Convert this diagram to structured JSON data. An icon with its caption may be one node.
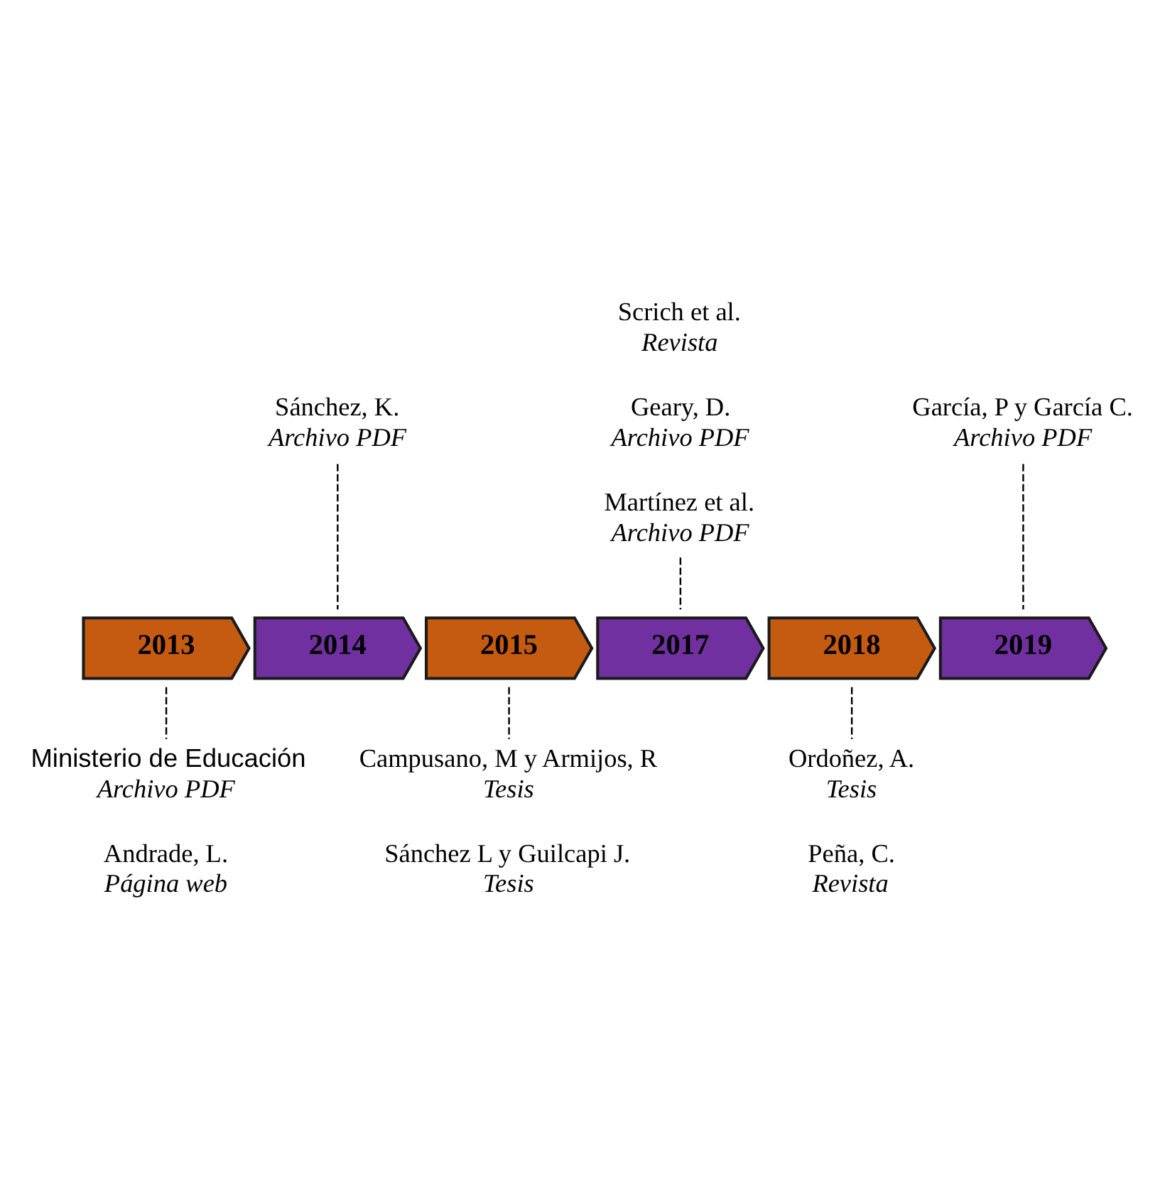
{
  "diagram": {
    "nodes": [
      {
        "text": [
          "2013"
        ]
      },
      {
        "text": [
          "2014"
        ]
      },
      {
        "text": [
          "2015"
        ]
      },
      {
        "text": [
          "2017"
        ]
      },
      {
        "text": [
          "2018"
        ]
      },
      {
        "text": [
          "2019"
        ]
      },
      {
        "text": [
          "Sánchez, K.",
          "Archivo PDF"
        ]
      },
      {
        "text": [
          "Scrich et al.",
          "Revista",
          "Geary, D.",
          "Archivo PDF",
          "Martínez et al.",
          "Archivo PDF"
        ]
      },
      {
        "text": [
          "García, P y García C.",
          "Archivo PDF"
        ]
      },
      {
        "text": [
          "Ministerio de Educación",
          "Archivo PDF",
          "Andrade, L.",
          "Página web"
        ]
      },
      {
        "text": [
          "Campusano, M y Armijos, R",
          "Tesis",
          "Sánchez L y Guilcapi J.",
          "Tesis"
        ]
      },
      {
        "text": [
          "Ordoñez, A.",
          "Tesis",
          "Peña, C.",
          "Revista"
        ]
      }
    ],
    "edges": [
      {
        "from": 1,
        "to": 6,
        "arrow": "none",
        "style": "dashed"
      },
      {
        "from": 3,
        "to": 7,
        "arrow": "none",
        "style": "dashed"
      },
      {
        "from": 5,
        "to": 8,
        "arrow": "none",
        "style": "dashed"
      },
      {
        "from": 0,
        "to": 9,
        "arrow": "none",
        "style": "dashed"
      },
      {
        "from": 2,
        "to": 10,
        "arrow": "none",
        "style": "dashed"
      },
      {
        "from": 4,
        "to": 11,
        "arrow": "none",
        "style": "dashed"
      }
    ]
  }
}
